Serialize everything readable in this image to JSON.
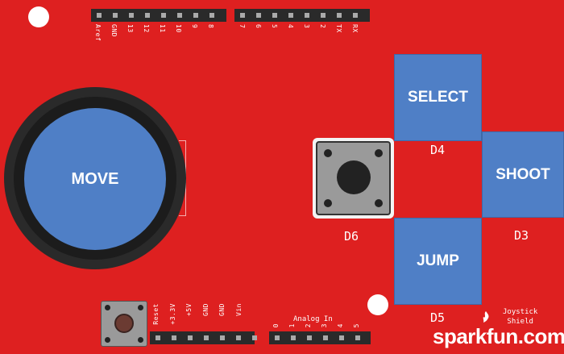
{
  "top_pins_left": [
    "Aref",
    "GND",
    "13",
    "12",
    "11",
    "10",
    "9",
    "8"
  ],
  "top_pins_right": [
    "7",
    "6",
    "5",
    "4",
    "3",
    "2",
    "TX",
    "RX"
  ],
  "bottom_pins_power": [
    "Reset",
    "+3.3V",
    "+5V",
    "GND",
    "GND",
    "Vin"
  ],
  "bottom_pins_analog": [
    "0",
    "1",
    "2",
    "3",
    "4",
    "5"
  ],
  "analog_label": "Analog In",
  "joystick": {
    "label": "MOVE"
  },
  "buttons": {
    "select": {
      "label": "SELECT",
      "pin": "D4"
    },
    "shoot": {
      "label": "SHOOT",
      "pin": "D3"
    },
    "jump": {
      "label": "JUMP",
      "pin": "D5"
    },
    "center": {
      "pin": "D6"
    }
  },
  "logo": "sparkfun.com",
  "shield_name": [
    "Joystick",
    "Shield"
  ],
  "colors": {
    "board": "#de2020",
    "button": "#4f7fc6",
    "header": "#2a2a2a"
  }
}
